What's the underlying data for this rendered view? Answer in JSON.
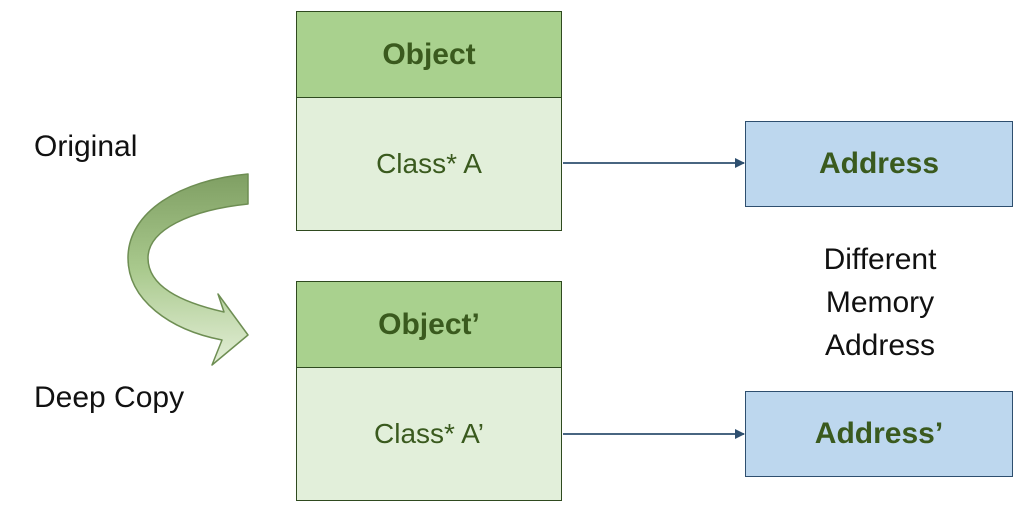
{
  "labels": {
    "original": "Original",
    "deep_copy": "Deep Copy"
  },
  "objects": [
    {
      "title": "Object",
      "field": "Class* A",
      "address": "Address"
    },
    {
      "title": "Object’",
      "field": "Class* A’",
      "address": "Address’"
    }
  ],
  "note": [
    "Different",
    "Memory",
    "Address"
  ],
  "colors": {
    "object_header": "#a9d18e",
    "object_body": "#e2efda",
    "object_text": "#3a5a1e",
    "address_fill": "#bdd7ee",
    "arrow": "#2e4f6f"
  },
  "icons": {
    "copy_arrow": "curved-arrow-icon"
  }
}
